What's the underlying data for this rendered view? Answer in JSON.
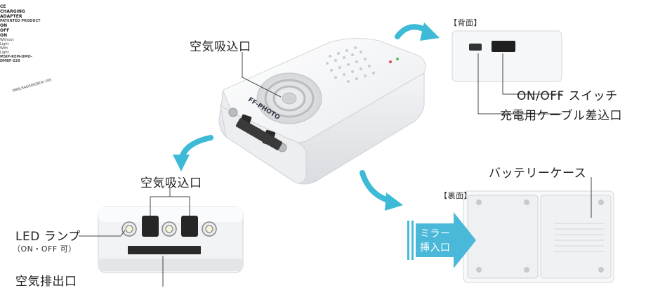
{
  "labels": {
    "air_intake_top": "空気吸込口",
    "air_intake_front": "空気吸込口",
    "led_lamp": "LED ランプ",
    "led_lamp_note": "（ON・OFF 可）",
    "air_exhaust": "空気排出口",
    "back_title": "【背面】",
    "onoff_switch": "ON/OFF スイッチ",
    "charging_port": "充電用ケーブル差込口",
    "bottom_title": "【裏面】",
    "battery_case": "バッテリーケース",
    "mirror_insert_1": "ミラー",
    "mirror_insert_2": "挿入口"
  },
  "device_print": {
    "brand_side": "FF-PHOTO",
    "top_print": "DBBLRAGSINGBOX 100",
    "charging_adapter_1": "CHARGING",
    "charging_adapter_2": "ADAPTER",
    "patented": "PATENTED  PRODUCT",
    "switch_on_left": "ON",
    "switch_off": "OFF",
    "switch_on_right": "ON",
    "without_light_1": "Without",
    "without_light_2": "Light",
    "with_light_1": "With",
    "with_light_2": "Light",
    "model_1": "MSIP-REM-DMO-",
    "model_2": "DMBF-220",
    "ce_mark": "CE"
  },
  "colors": {
    "arrow_teal": "#3cbad6",
    "mirror_arrow": "#4ab8d8",
    "leader_line": "#444444",
    "device_white": "#f6f7f8"
  }
}
